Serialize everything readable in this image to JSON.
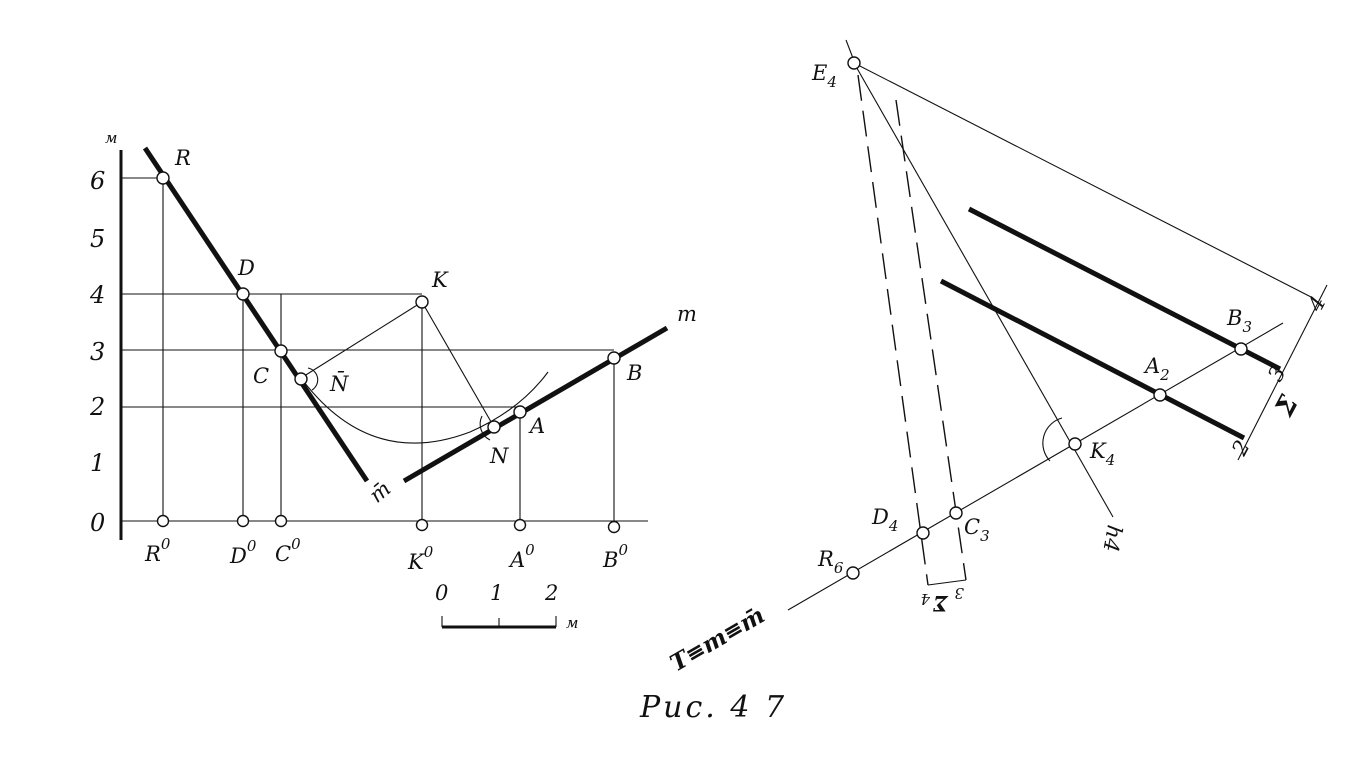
{
  "caption": "Рис. 4 7",
  "left_view": {
    "axis_unit": "м",
    "y_ticks": [
      "0",
      "1",
      "2",
      "3",
      "4",
      "5",
      "6"
    ],
    "points": {
      "R": "R",
      "D": "D",
      "K": "K",
      "C": "C",
      "N_bar": "N̄",
      "N": "N",
      "A": "A",
      "B": "B"
    },
    "lines": {
      "m": "m",
      "m_bar": "m̄"
    },
    "projections": {
      "R": {
        "main": "R",
        "sup": "0"
      },
      "D": {
        "main": "D",
        "sup": "0"
      },
      "C": {
        "main": "C",
        "sup": "0"
      },
      "K": {
        "main": "K",
        "sup": "0"
      },
      "A": {
        "main": "A",
        "sup": "0"
      },
      "B": {
        "main": "B",
        "sup": "0"
      }
    },
    "scale_bar": {
      "labels": [
        "0",
        "1",
        "2"
      ],
      "unit": "м"
    }
  },
  "right_view": {
    "points": {
      "E": {
        "main": "E",
        "sub": "4"
      },
      "B": {
        "main": "B",
        "sub": "3"
      },
      "A": {
        "main": "A",
        "sub": "2"
      },
      "K": {
        "main": "K",
        "sub": "4"
      },
      "C": {
        "main": "C",
        "sub": "3"
      },
      "D": {
        "main": "D",
        "sub": "4"
      },
      "R": {
        "main": "R",
        "sub": "6"
      }
    },
    "plane_label": "Σ",
    "plane_ticks": [
      "2",
      "3",
      "4"
    ],
    "small_plane": {
      "label": "Σ",
      "ticks": [
        "4",
        "3"
      ]
    },
    "line_label": "T≡m≡m̄",
    "normal_label": "h4"
  }
}
